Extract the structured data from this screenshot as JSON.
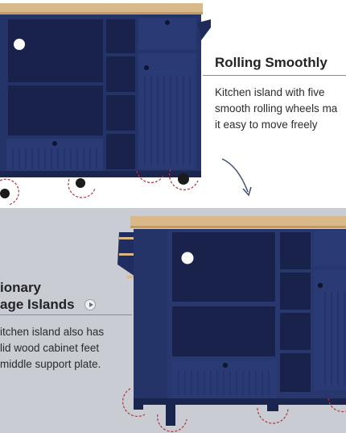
{
  "top_panel": {
    "heading": "Rolling Smoothly",
    "body_lines": [
      "Kitchen island with five",
      "smooth rolling wheels ma",
      "it easy to move freely"
    ]
  },
  "bottom_panel": {
    "heading_lines": [
      "ionary",
      "age Islands"
    ],
    "body_lines": [
      "itchen island also has",
      "lid wood cabinet feet",
      "middle support plate."
    ]
  },
  "colors": {
    "cabinet_navy": "#243368",
    "countertop_wood": "#d9b98a",
    "bottom_background": "#c9ccd3",
    "wheel_callout": "#b0353a"
  }
}
